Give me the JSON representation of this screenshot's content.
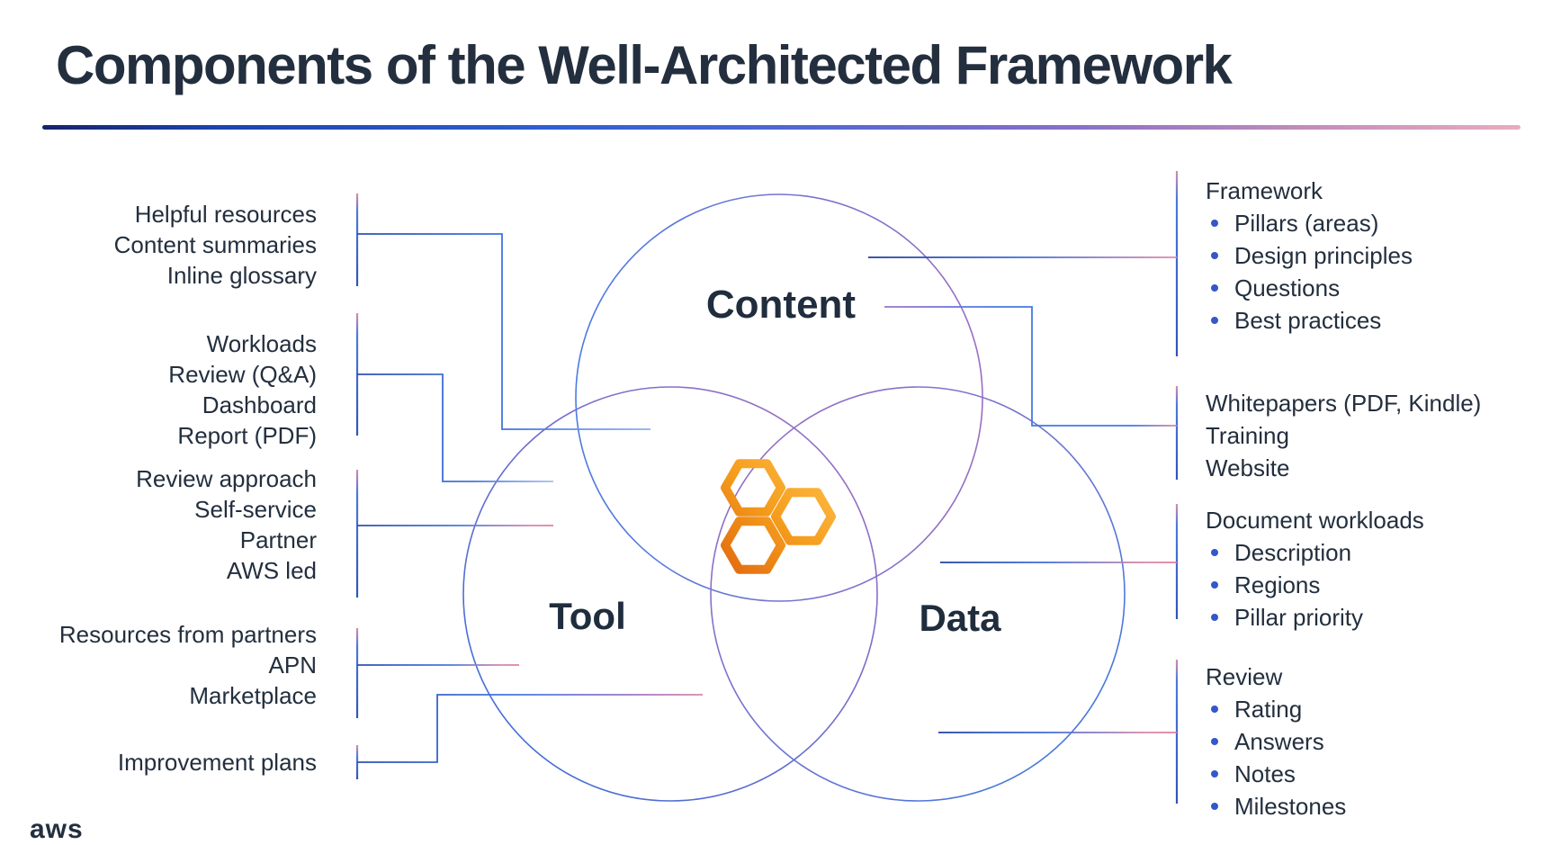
{
  "title": "Components of the Well-Architected Framework",
  "divider_gradient": [
    "#16246b",
    "#2f5fd2",
    "#8a70c6",
    "#e7acc0"
  ],
  "venn": {
    "circles": [
      {
        "label": "Content",
        "stroke_from": "#4b7be0",
        "stroke_to": "#9a6fc2"
      },
      {
        "label": "Tool",
        "stroke_from": "#3e6dd8",
        "stroke_to": "#9a6fc2"
      },
      {
        "label": "Data",
        "stroke_from": "#996fc4",
        "stroke_to": "#3e79dd"
      }
    ],
    "center_logo": {
      "icon": "well-architected-hexagons-icon",
      "hex_colors": [
        "#e0660e",
        "#f59d1d",
        "#ffc14d"
      ]
    }
  },
  "left_groups": [
    {
      "lines": [
        "Helpful resources",
        "Content summaries",
        "Inline glossary"
      ]
    },
    {
      "lines": [
        "Workloads",
        "Review (Q&A)",
        "Dashboard",
        "Report (PDF)"
      ]
    },
    {
      "lines": [
        "Review approach",
        "Self-service",
        "Partner",
        "AWS led"
      ]
    },
    {
      "lines": [
        "Resources from partners",
        "APN",
        "Marketplace"
      ]
    },
    {
      "lines": [
        "Improvement plans"
      ]
    }
  ],
  "right_groups": [
    {
      "header": "Framework",
      "bullets": [
        "Pillars (areas)",
        "Design principles",
        "Questions",
        "Best practices"
      ]
    },
    {
      "header": "Whitepapers (PDF, Kindle)",
      "lines": [
        "Training",
        "Website"
      ]
    },
    {
      "header": "Document workloads",
      "bullets": [
        "Description",
        "Regions",
        "Pillar priority"
      ]
    },
    {
      "header": "Review",
      "bullets": [
        "Rating",
        "Answers",
        "Notes",
        "Milestones"
      ]
    }
  ],
  "footer": {
    "logo_text": "aws"
  },
  "colors": {
    "text": "#232f3e",
    "bullet": "#3457c9",
    "connector_blue": "#4478e0",
    "connector_navy": "#2c50b0",
    "connector_pink": "#df7fa4",
    "connector_purple": "#9a74c8"
  }
}
